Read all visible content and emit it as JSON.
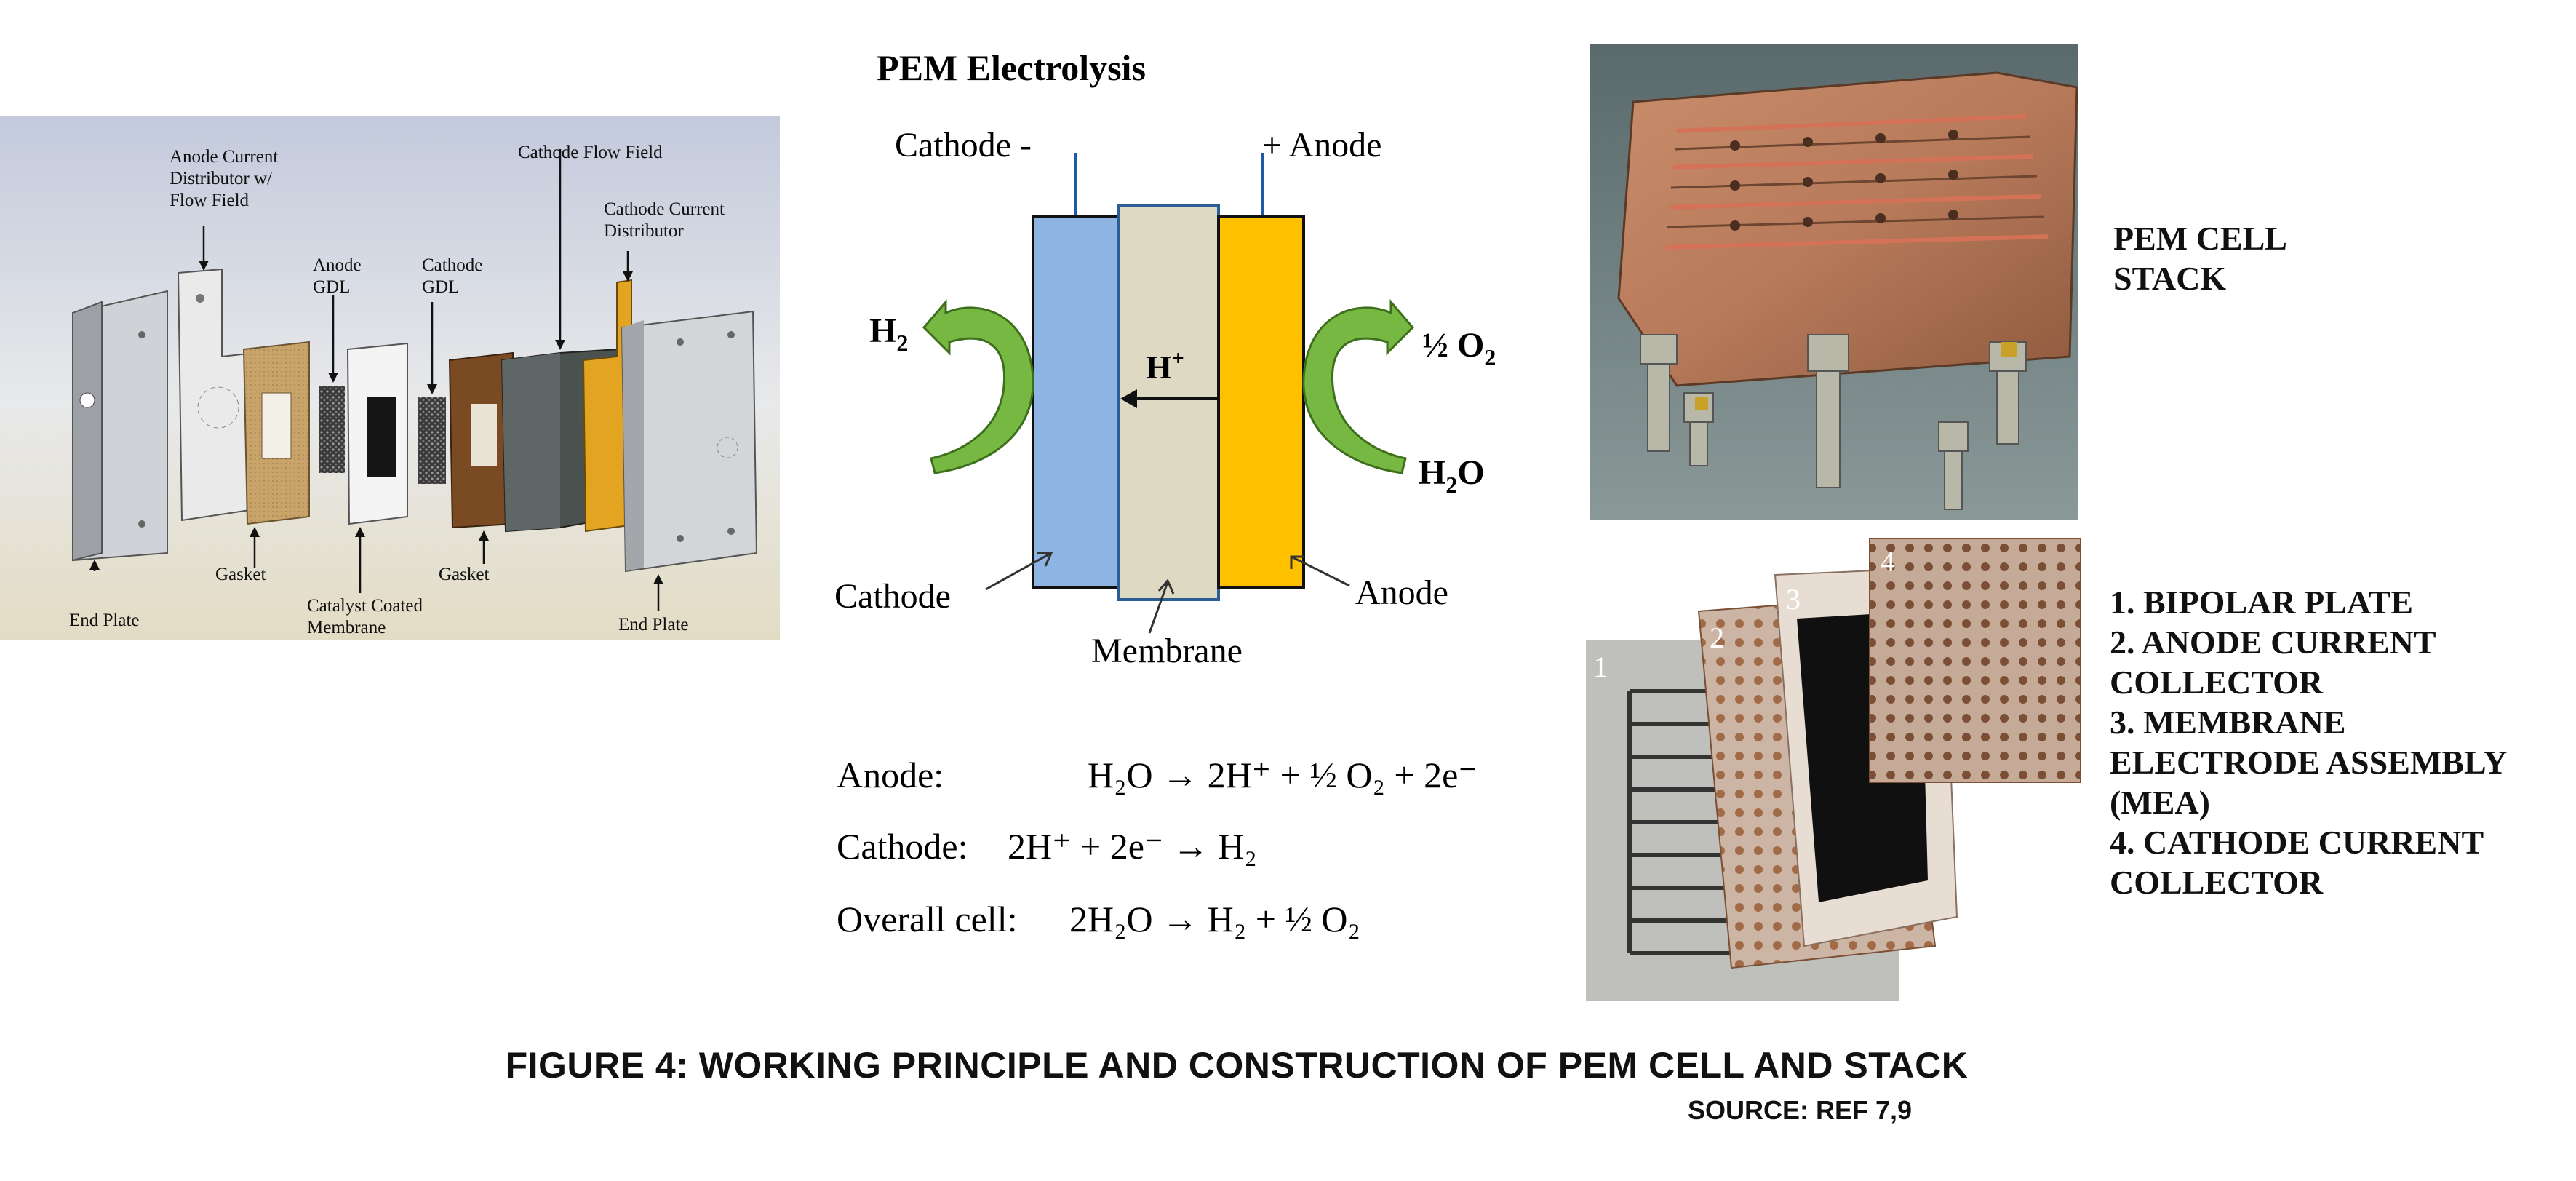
{
  "exploded_view": {
    "labels": {
      "anode_current_distributor": [
        "Anode Current",
        "Distributor w/",
        "Flow Field"
      ],
      "cathode_flow_field": "Cathode Flow Field",
      "cathode_current_distributor": [
        "Cathode Current",
        "Distributor"
      ],
      "anode_gdl": [
        "Anode",
        "GDL"
      ],
      "cathode_gdl": [
        "Cathode",
        "GDL"
      ],
      "gasket_left": "Gasket",
      "gasket_right": "Gasket",
      "catalyst_coated_membrane": [
        "Catalyst Coated",
        "Membrane"
      ],
      "end_plate_left": "End Plate",
      "end_plate_right": "End Plate"
    }
  },
  "electrolysis_diagram": {
    "title": "PEM Electrolysis",
    "cathode_terminal": "Cathode -",
    "anode_terminal": "+ Anode",
    "h2": "H",
    "h2_sub": "2",
    "o2_prefix": "½ O",
    "o2_sub": "2",
    "h2o": "H",
    "h2o_sub": "2",
    "h2o_tail": "O",
    "proton": "H",
    "proton_sup": "+",
    "cathode_label": "Cathode",
    "anode_label": "Anode",
    "membrane_label": "Membrane",
    "colors": {
      "cathode": "#8eb4e3",
      "membrane": "#ddd9c3",
      "anode": "#ffc000",
      "arrow": "#77b843"
    },
    "equations": {
      "anode_name": "Anode:",
      "anode_eq": "H₂O → 2H⁺ + ½ O₂ + 2e⁻",
      "cathode_name": "Cathode:",
      "cathode_eq": "2H⁺ + 2e⁻ →   H₂",
      "overall_name": "Overall cell:",
      "overall_eq": "2H₂O →  H₂ + ½ O₂"
    }
  },
  "stack_photo": {
    "label_lines": [
      "PEM CELL",
      "STACK"
    ]
  },
  "plates_photo": {
    "numbers": [
      "1",
      "2",
      "3",
      "4"
    ],
    "list": [
      "1. BIPOLAR PLATE",
      "2. ANODE CURRENT",
      "COLLECTOR",
      "3. MEMBRANE",
      "ELECTRODE ASSEMBLY",
      "(MEA)",
      "4. CATHODE CURRENT",
      "COLLECTOR"
    ]
  },
  "caption": "FIGURE 4: WORKING PRINCIPLE AND CONSTRUCTION OF PEM CELL AND STACK",
  "source": "SOURCE: REF 7,9"
}
